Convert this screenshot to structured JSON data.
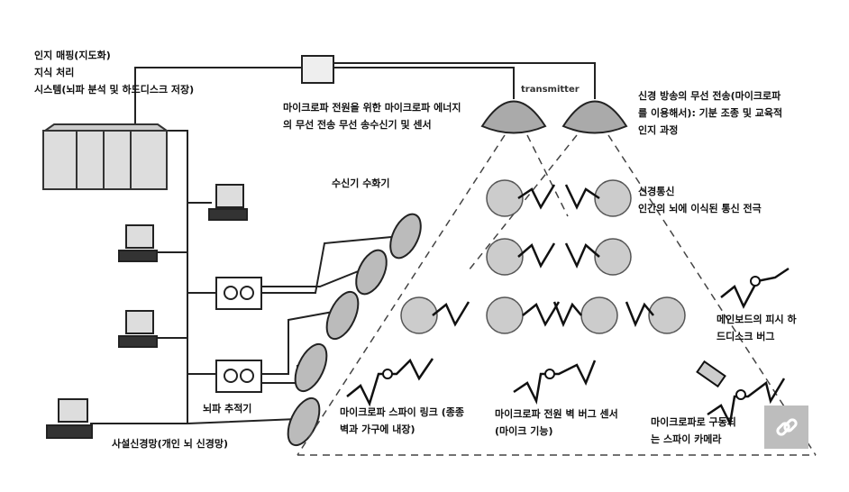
{
  "labels": {
    "cognitive_mapping": "인지 매핑(지도화)\n지식 처리\n시스템(뇌파 분석 및 하드디스크 저장)",
    "microwave_energy": "마이크로파 전원을 위한 마이크로파 에너지\n의 무선 전송 무선 송수신기 및 센서",
    "transmitter": "transmitter",
    "neural_broadcast": "신경 방송의 무선 전송(마이크로파\n를 이용해서): 기분 조종 및 교육적\n인지 과정",
    "receiver_handset": "수신기 수화기",
    "neural_comm": "신경통신\n인간의 뇌에 이식된 통신 전극",
    "motherboard_bug": "메인보드의 피시 하\n드디스크 버그",
    "eeg_tracker": "뇌파 추적기",
    "private_network": "사설신경망(개인 뇌 신경망)",
    "spy_link": "마이크로파 스파이 링크 (종종\n벽과 가구에 내장)",
    "wall_bug": "마이크로파 전원 벽 버그 센서\n(마이크 기능)",
    "spy_camera": "마이크로파로 구동되\n는 스파이 카메라"
  },
  "icons": {
    "link": "link-icon"
  }
}
